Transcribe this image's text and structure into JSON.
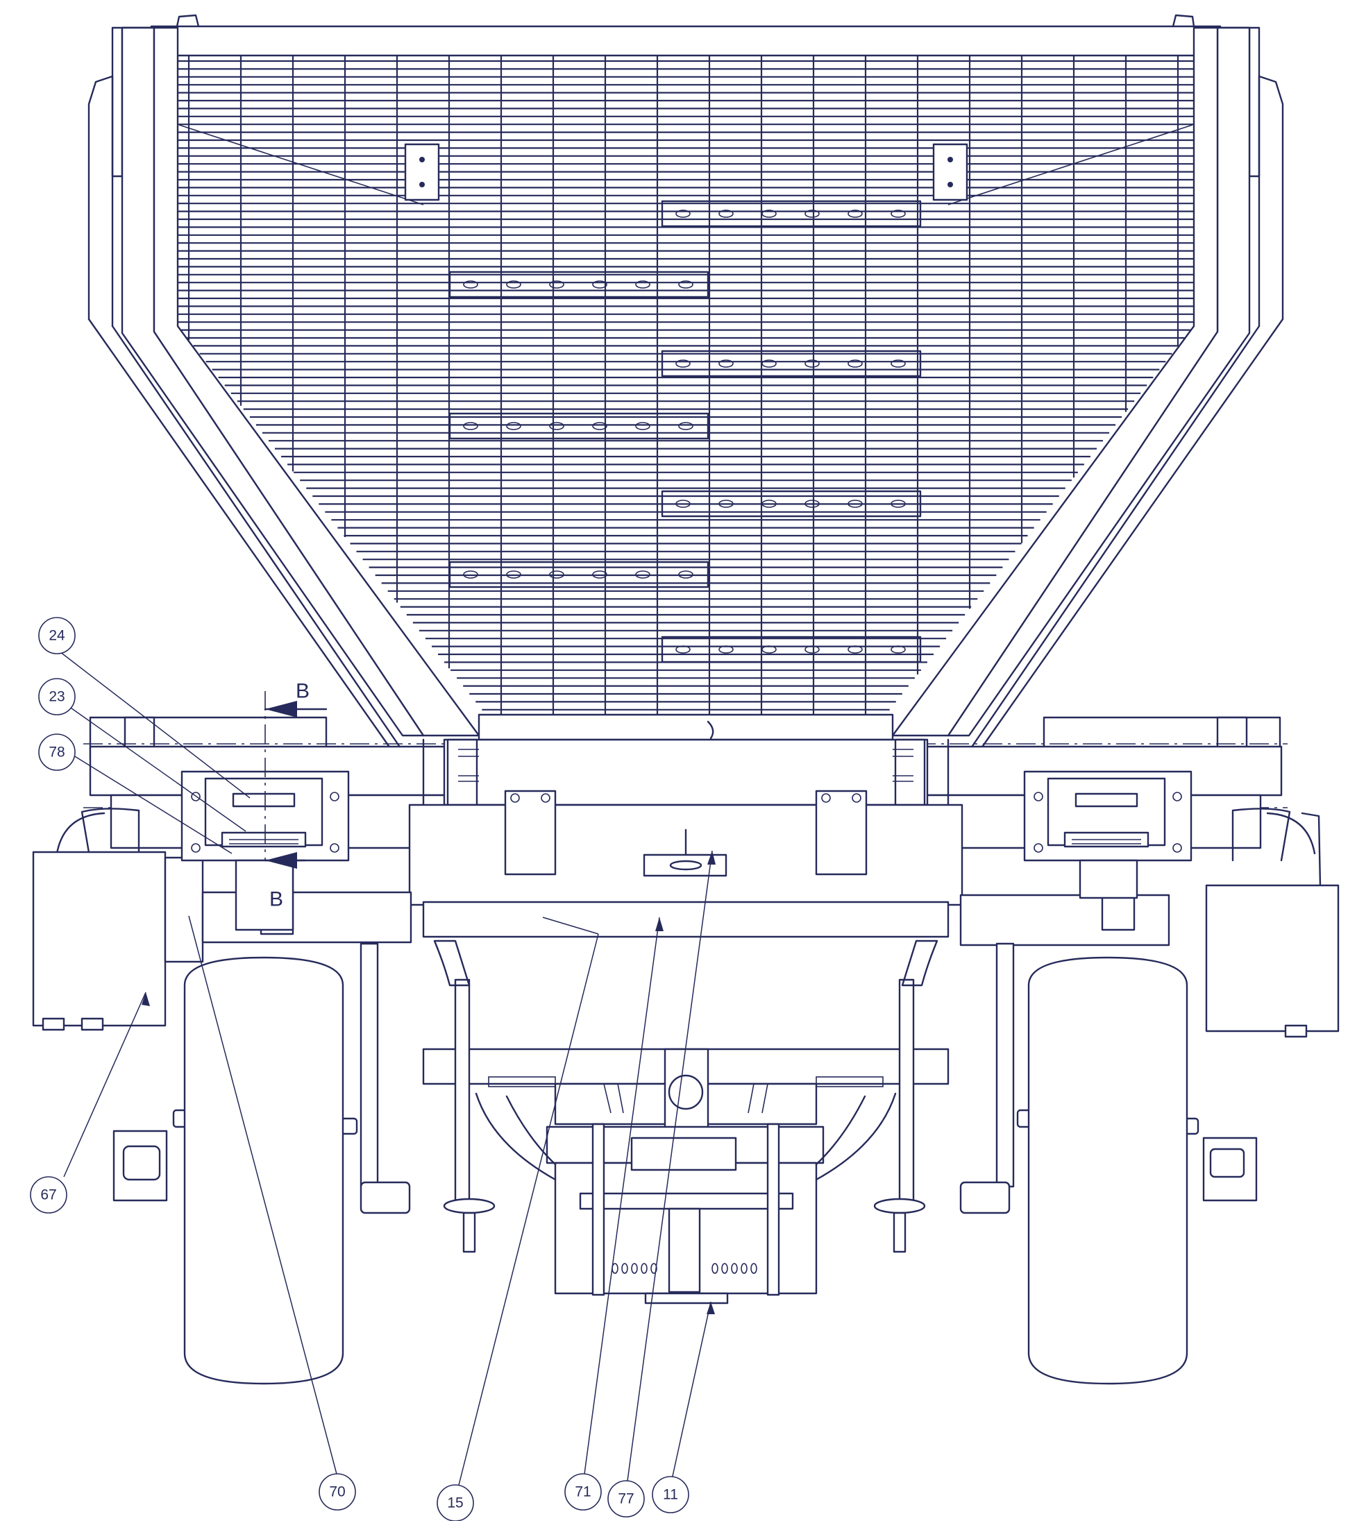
{
  "colors": {
    "line": "#262a5a",
    "background": "#ffffff"
  },
  "section_marks": [
    {
      "id": "section-b-top",
      "label": "B"
    },
    {
      "id": "section-b-bottom",
      "label": "B"
    }
  ],
  "callouts": [
    {
      "id": "24",
      "label": "24"
    },
    {
      "id": "23",
      "label": "23"
    },
    {
      "id": "78",
      "label": "78"
    },
    {
      "id": "67",
      "label": "67"
    },
    {
      "id": "70",
      "label": "70"
    },
    {
      "id": "15",
      "label": "15"
    },
    {
      "id": "71",
      "label": "71"
    },
    {
      "id": "77",
      "label": "77"
    },
    {
      "id": "11",
      "label": "11"
    }
  ]
}
